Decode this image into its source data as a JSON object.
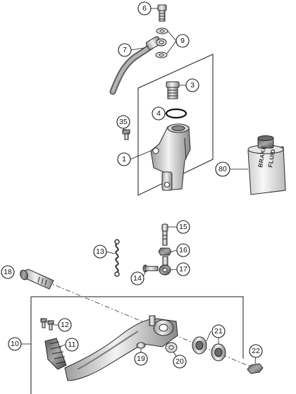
{
  "callouts": [
    {
      "id": "c6",
      "label": "6"
    },
    {
      "id": "c9",
      "label": "9"
    },
    {
      "id": "c7",
      "label": "7"
    },
    {
      "id": "c3",
      "label": "3"
    },
    {
      "id": "c4",
      "label": "4"
    },
    {
      "id": "c35",
      "label": "35"
    },
    {
      "id": "c1",
      "label": "1"
    },
    {
      "id": "c80",
      "label": "80"
    },
    {
      "id": "c15",
      "label": "15"
    },
    {
      "id": "c13",
      "label": "13"
    },
    {
      "id": "c16",
      "label": "16"
    },
    {
      "id": "c14",
      "label": "14"
    },
    {
      "id": "c17",
      "label": "17"
    },
    {
      "id": "c18",
      "label": "18"
    },
    {
      "id": "c12",
      "label": "12"
    },
    {
      "id": "c10",
      "label": "10"
    },
    {
      "id": "c11",
      "label": "11"
    },
    {
      "id": "c21",
      "label": "21"
    },
    {
      "id": "c22",
      "label": "22"
    },
    {
      "id": "c19",
      "label": "19"
    },
    {
      "id": "c20",
      "label": "20"
    }
  ],
  "bottle_text": [
    "BRAKE",
    "FLUID"
  ],
  "colors": {
    "line": "#1a1a1a",
    "metal_light": "#e6e6e6",
    "metal_mid": "#bdbdbd",
    "metal_dark": "#7a7a7a",
    "hose": "#9a9a9a"
  }
}
